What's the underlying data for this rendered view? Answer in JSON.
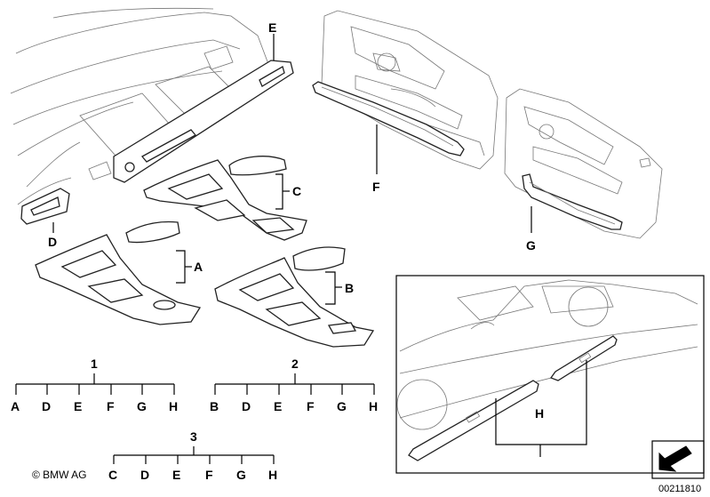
{
  "callouts": {
    "A": "A",
    "B": "B",
    "C": "C",
    "D": "D",
    "E": "E",
    "F": "F",
    "G": "G",
    "H": "H"
  },
  "sets": [
    {
      "number": "1",
      "items": [
        "A",
        "D",
        "E",
        "F",
        "G",
        "H"
      ]
    },
    {
      "number": "2",
      "items": [
        "B",
        "D",
        "E",
        "F",
        "G",
        "H"
      ]
    },
    {
      "number": "3",
      "items": [
        "C",
        "D",
        "E",
        "F",
        "G",
        "H"
      ]
    }
  ],
  "copyright": "© BMW AG",
  "reference": "00211810"
}
